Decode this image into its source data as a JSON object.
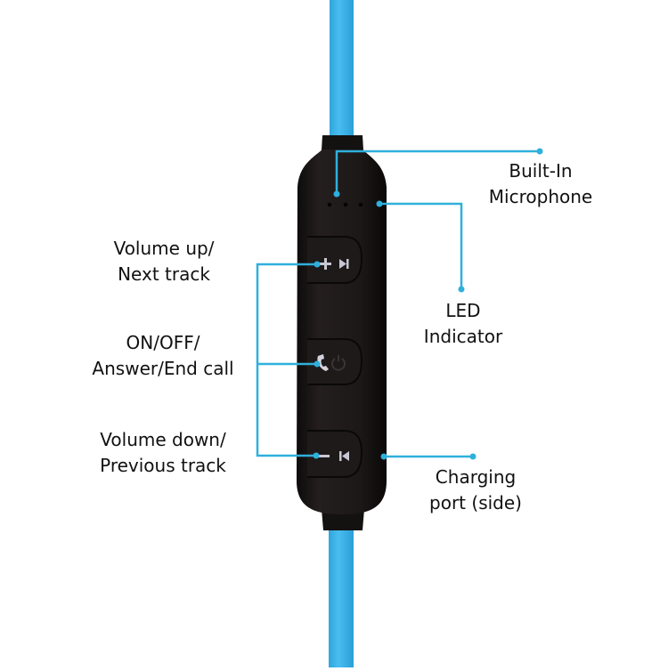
{
  "diagram": {
    "subject": "Bluetooth earphone in-line remote control",
    "colors": {
      "cable": "#3fb3e8",
      "body": "#1b1716",
      "button_outline": "#0c0a0a",
      "icon": "#c8c8d4",
      "leader_line": "#2fb0dc",
      "text": "#111111",
      "background": "#ffffff"
    },
    "callouts": [
      {
        "id": "built-in-microphone",
        "side": "right",
        "lines": [
          "Built-In",
          "Microphone"
        ]
      },
      {
        "id": "led-indicator",
        "side": "right",
        "lines": [
          "LED",
          "Indicator"
        ]
      },
      {
        "id": "volume-up",
        "side": "left",
        "lines": [
          "Volume up/",
          "Next track"
        ]
      },
      {
        "id": "power-call",
        "side": "left",
        "lines": [
          "ON/OFF/",
          "Answer/End call"
        ]
      },
      {
        "id": "volume-down",
        "side": "left",
        "lines": [
          "Volume down/",
          "Previous track"
        ]
      },
      {
        "id": "charging-port",
        "side": "right",
        "lines": [
          "Charging",
          "port (side)"
        ]
      }
    ],
    "buttons": [
      {
        "id": "volume-up-button",
        "icons": [
          "plus-icon",
          "next-track-icon"
        ]
      },
      {
        "id": "power-call-button",
        "icons": [
          "phone-icon",
          "power-icon"
        ]
      },
      {
        "id": "volume-down-button",
        "icons": [
          "minus-icon",
          "previous-track-icon"
        ]
      }
    ],
    "microphone_holes": 3
  }
}
